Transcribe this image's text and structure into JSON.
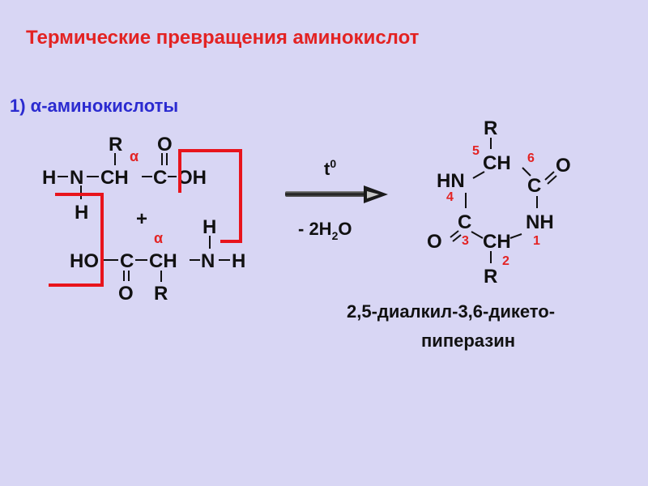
{
  "title": "Термические превращения аминокислот",
  "subtitle": "1) α-аминокислоты",
  "reactant1": {
    "H_left": "H",
    "N": "N",
    "CH": "CH",
    "C": "C",
    "OH": "OH",
    "R": "R",
    "O": "O",
    "alpha": "α",
    "H_below": "H"
  },
  "plus": "+",
  "reactant2": {
    "HO": "HO",
    "C": "C",
    "CH": "CH",
    "N": "N",
    "H_right": "H",
    "H_top": "H",
    "O": "O",
    "R": "R",
    "alpha": "α"
  },
  "conditions": {
    "temperature_base": "t",
    "temperature_sup": "0",
    "water_prefix": "- 2H",
    "water_sub": "2",
    "water_suffix": "O"
  },
  "product": {
    "R_top": "R",
    "CH_top": "CH",
    "HN": "HN",
    "C_right": "C",
    "O_right": "O",
    "C_left": "C",
    "NH": "NH",
    "O_left": "O",
    "CH_bottom": "CH",
    "R_bottom": "R",
    "numbers": [
      "5",
      "6",
      "4",
      "3",
      "1",
      "2"
    ]
  },
  "product_name": {
    "line1": "2,5-диалкил-3,6-дикето-",
    "line2": "пиперазин"
  },
  "colors": {
    "background": "#d8d6f4",
    "highlight": "#e8141c",
    "title": "#e32323",
    "subtitle": "#2b2bd0"
  }
}
